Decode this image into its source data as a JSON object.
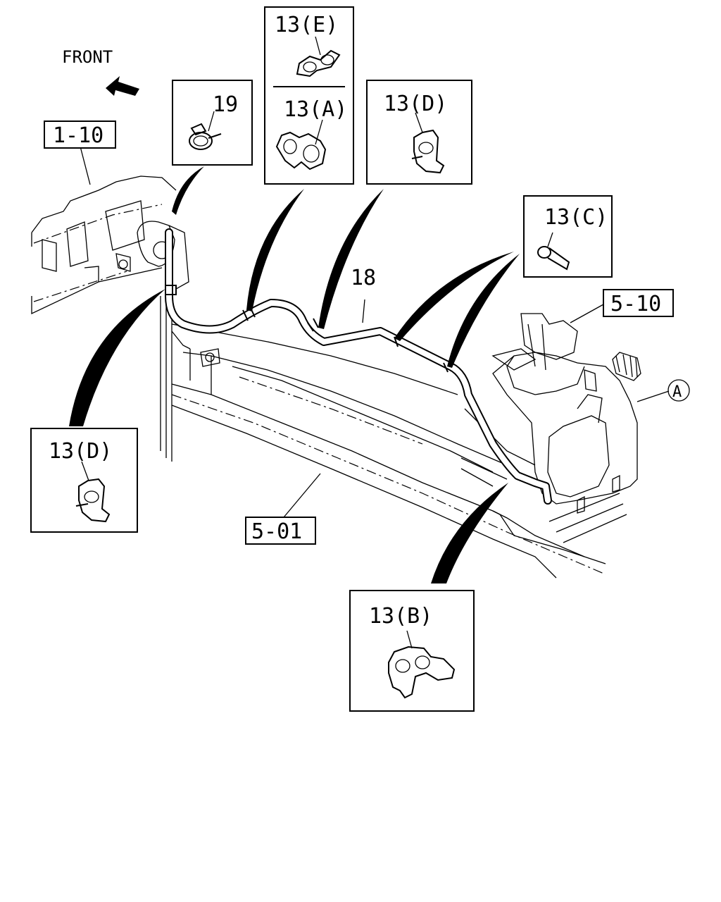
{
  "labels": {
    "front": "FRONT",
    "ref_1_10": "1-10",
    "ref_5_10": "5-10",
    "ref_5_01": "5-01",
    "part_18": "18",
    "part_19": "19",
    "part_13E": "13(E)",
    "part_13A": "13(A)",
    "part_13D_top": "13(D)",
    "part_13C": "13(C)",
    "part_13D_left": "13(D)",
    "part_13B": "13(B)",
    "view_A": "A"
  },
  "colors": {
    "line": "#000000",
    "background": "#ffffff"
  }
}
